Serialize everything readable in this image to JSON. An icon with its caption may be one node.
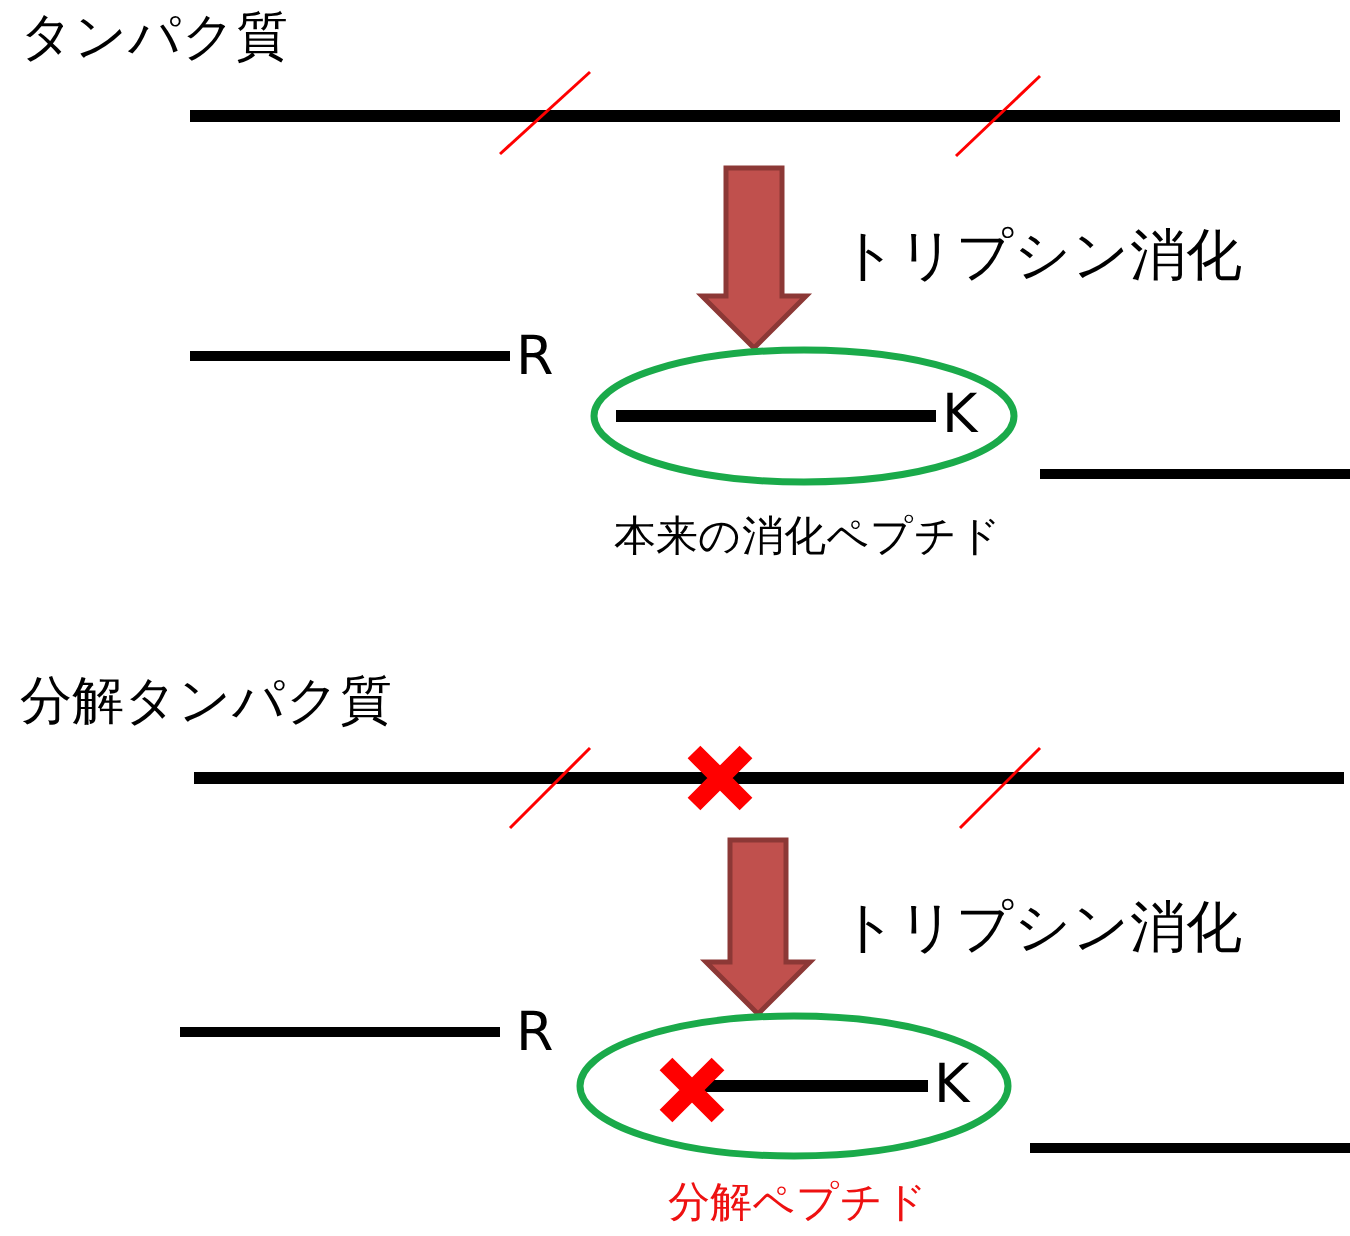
{
  "diagram": {
    "nodes": [
      {
        "text": [
          "タンパク質"
        ]
      },
      {
        "text": [
          "K"
        ],
        "beside": [
          "本来の消化ペプチド"
        ]
      },
      {
        "text": [
          "分解タンパク質"
        ]
      },
      {
        "text": [
          "K"
        ],
        "beside": [
          "分解ペプチド"
        ]
      }
    ],
    "edges": [
      {
        "from": 0,
        "to": 1,
        "arrow": "to",
        "label": "トリプシン消化"
      },
      {
        "from": 2,
        "to": 3,
        "arrow": "to",
        "label": "トリプシン消化"
      }
    ],
    "labels": [
      "R",
      "R"
    ]
  }
}
